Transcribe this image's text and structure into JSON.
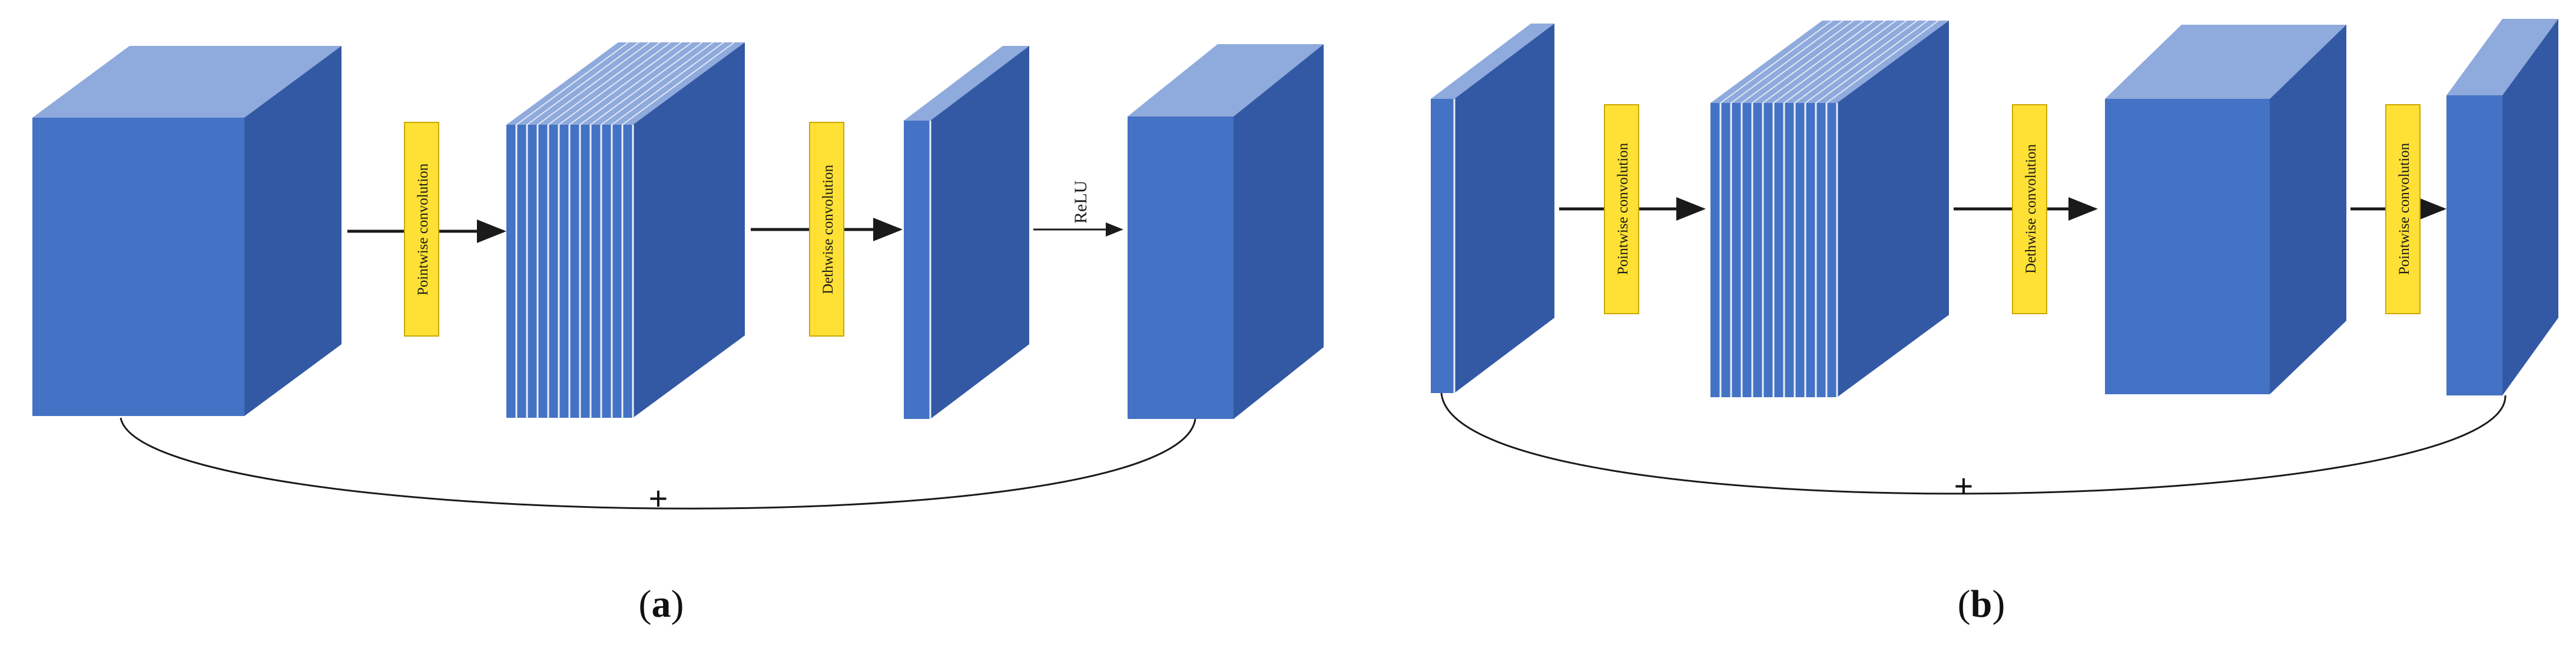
{
  "colors": {
    "front": "#4472C4",
    "top": "#8FAADC",
    "side": "#3359A4",
    "edge": "#EAF0FA",
    "label_bg": "#FFE135",
    "label_border": "#C9A800",
    "arrow": "#1a1a1a"
  },
  "panel_a": {
    "labels": {
      "pointwise1": "Pointwise convolution",
      "depthwise": "Dethwise convolution",
      "relu": "ReLU"
    },
    "plus": "+",
    "caption": {
      "open": "(",
      "letter": "a",
      "close": ")"
    }
  },
  "panel_b": {
    "labels": {
      "pointwise1": "Pointwise convolution",
      "depthwise": "Dethwise convolution",
      "pointwise2": "Pointwise convolution"
    },
    "plus": "+",
    "caption": {
      "open": "(",
      "letter": "b",
      "close": ")"
    }
  }
}
